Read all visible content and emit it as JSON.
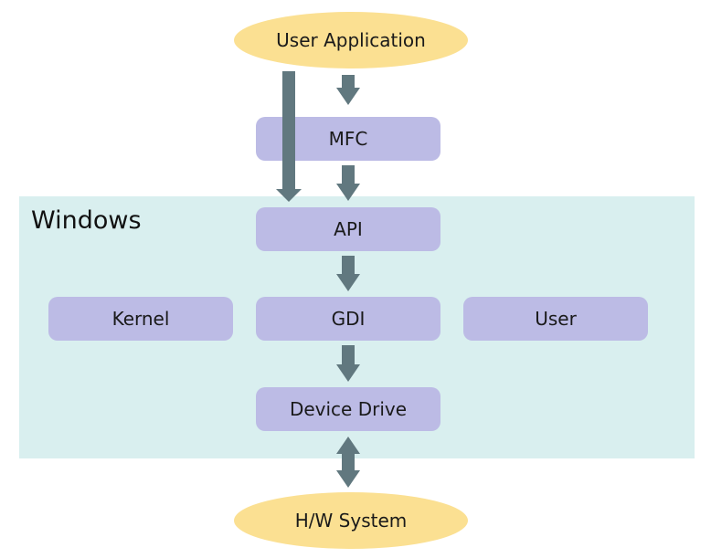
{
  "diagram": {
    "top_node": "User Application",
    "mfc": "MFC",
    "windows_label": "Windows",
    "api": "API",
    "kernel": "Kernel",
    "gdi": "GDI",
    "user": "User",
    "device_drive": "Device Drive",
    "bottom_node": "H/W System"
  },
  "colors": {
    "ellipse_fill": "#fbe092",
    "box_fill": "#bcbbe5",
    "windows_region_fill": "#d9efef",
    "arrow_color": "#61787f"
  }
}
